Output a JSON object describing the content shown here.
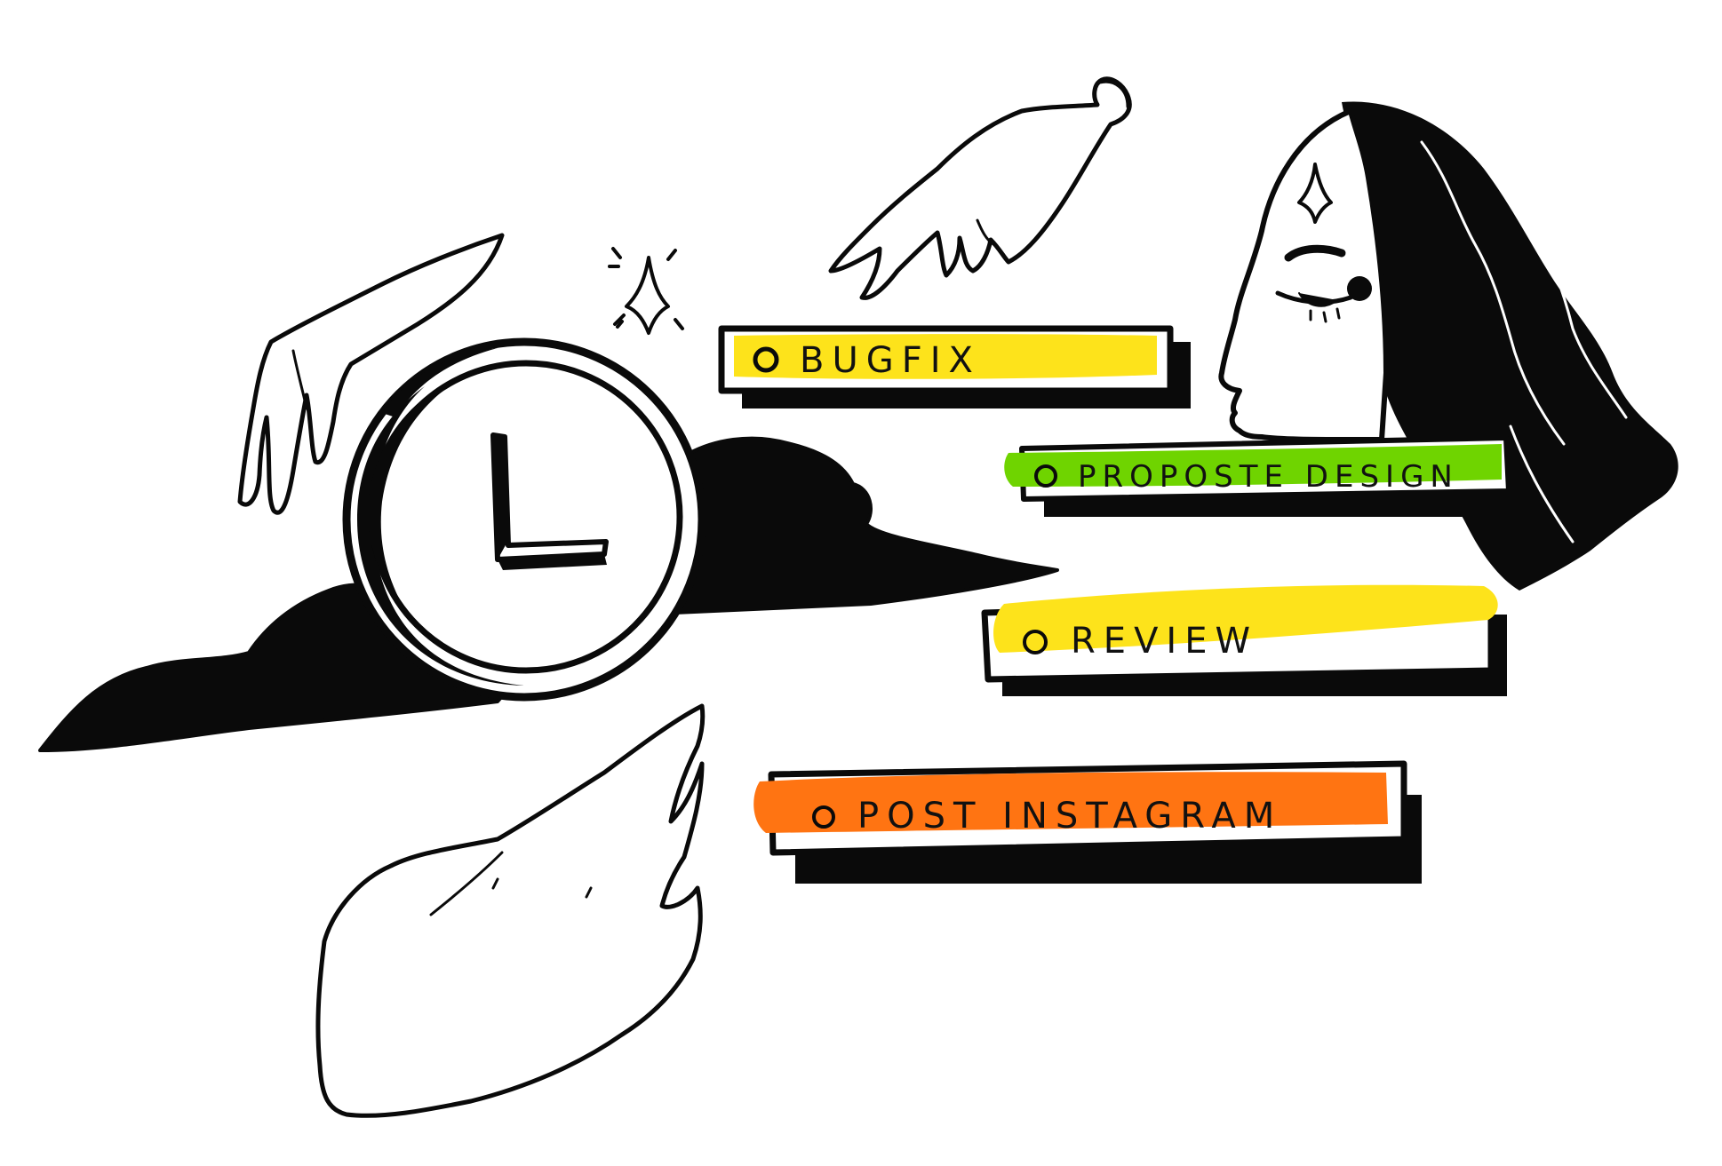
{
  "tasks": [
    {
      "label": "BUGFIX",
      "color": "#fde31b"
    },
    {
      "label": "PROPOSTE DESIGN",
      "color": "#6fd400"
    },
    {
      "label": "REVIEW",
      "color": "#fde31b"
    },
    {
      "label": "POST INSTAGRAM",
      "color": "#ff7412"
    }
  ],
  "icons": [
    "clock-icon",
    "sparkle-icon",
    "cloud-icon",
    "hand-icon",
    "face-icon"
  ]
}
